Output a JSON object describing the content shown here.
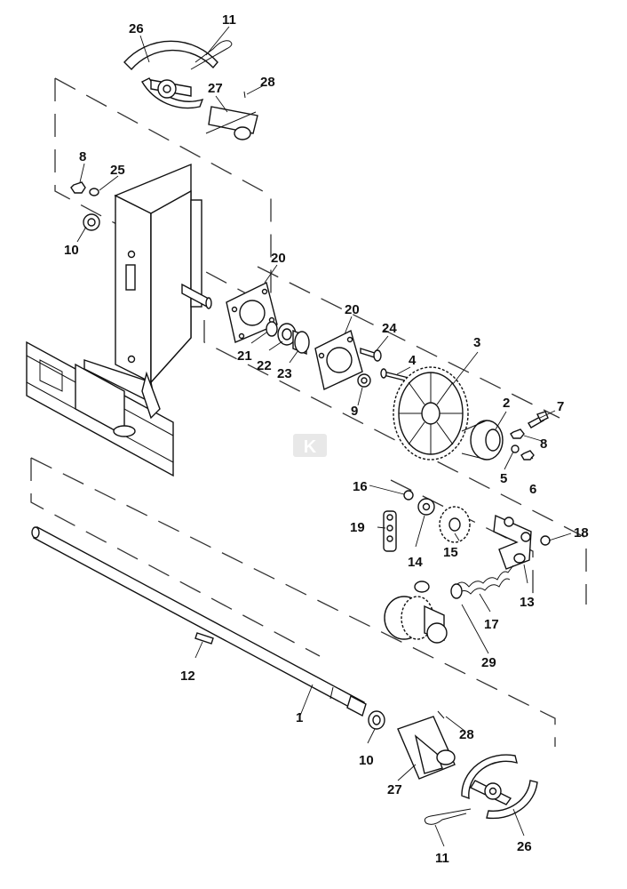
{
  "diagram": {
    "callouts": [
      "1",
      "2",
      "3",
      "4",
      "5",
      "6",
      "7",
      "8",
      "9",
      "10",
      "11",
      "12",
      "13",
      "14",
      "15",
      "16",
      "17",
      "18",
      "19",
      "20",
      "21",
      "22",
      "23",
      "24",
      "25",
      "26",
      "27",
      "28",
      "29"
    ],
    "watermark": "K"
  }
}
